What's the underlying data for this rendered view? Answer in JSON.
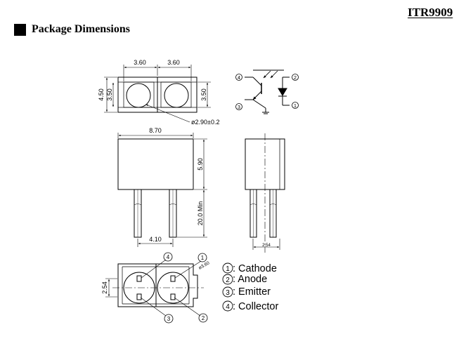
{
  "header": {
    "part_number": "ITR9909",
    "section_title": "Package Dimensions"
  },
  "top_view": {
    "width_left": "3.60",
    "width_right": "3.60",
    "height_outer": "4.50",
    "height_inner_left": "3.50",
    "height_inner_right": "3.50",
    "lens_diameter": "ø2.90±0.2"
  },
  "front_view": {
    "body_width": "8.70",
    "body_height": "5.90",
    "lead_length": "20.0 Min",
    "lead_pitch": "4.10"
  },
  "side_view": {
    "lead_pitch": "2.54"
  },
  "bottom_view": {
    "pin_pitch": "2.54",
    "lens_diameter": "ø3.60",
    "callout_pin4": "4",
    "callout_pin1": "1",
    "callout_pin3": "3",
    "callout_pin2": "2"
  },
  "schematic": {
    "pin4": "4",
    "pin2": "2",
    "pin3": "3",
    "pin1": "1"
  },
  "pin_legend": [
    {
      "num": "1",
      "label": ": Cathode"
    },
    {
      "num": "2",
      "label": ": Anode"
    },
    {
      "num": "3",
      "label": ": Emitter"
    },
    {
      "num": "4",
      "label": ": Collector"
    }
  ]
}
